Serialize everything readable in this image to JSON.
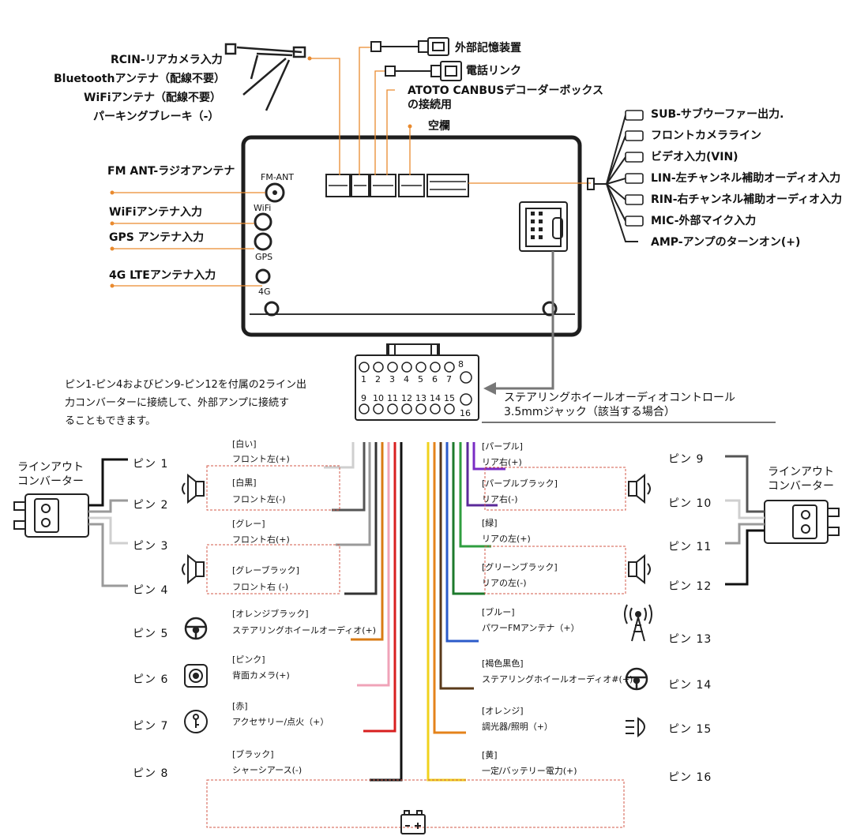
{
  "top_labels": {
    "rcin": "RCIN-リアカメラ入力",
    "bluetooth": "Bluetoothアンテナ（配線不要）",
    "wifi_ant": "WiFiアンテナ（配線不要）",
    "parking": "パーキングブレーキ（-）",
    "external_storage": "外部記憶装置",
    "phone_link": "電話リンク",
    "canbus": "ATOTO CANBUSデコーダーボックス",
    "canbus_2": "の接続用",
    "blank": "空欄"
  },
  "right_labels": [
    "SUB-サブウーファー出力.",
    "フロントカメラライン",
    "ビデオ入力(VIN)",
    "LIN-左チャンネル補助オーディオ入力",
    "RIN-右チャンネル補助オーディオ入力",
    "MIC-外部マイク入力",
    "AMP-アンプのターンオン(+)"
  ],
  "left_labels": {
    "fm_ant": "FM ANT-ラジオアンテナ",
    "wifi_in": "WiFiアンテナ入力",
    "gps_in": "GPS アンテナ入力",
    "lte_in": "4G LTEアンテナ入力"
  },
  "unit_labels": {
    "fm": "FM-ANT",
    "wifi": "WiFi",
    "gps": "GPS",
    "lte": "4G"
  },
  "connector": {
    "top_row": [
      "1",
      "2",
      "3",
      "4",
      "5",
      "6",
      "7"
    ],
    "top_right": "8",
    "bottom_row": [
      "9",
      "10",
      "11",
      "12",
      "13",
      "14",
      "15"
    ],
    "bottom_right": "16"
  },
  "note": {
    "line1": "ピン1-ピン4およびピン9-ピン12を付属の2ライン出",
    "line2": "力コンバーターに接続して、外部アンプに接続す",
    "line3": "ることもできます。"
  },
  "steering_note": {
    "line1": "ステアリングホイールオーディオコントロール",
    "line2": "3.5mmジャック（該当する場合）"
  },
  "converter_label": {
    "line1": "ラインアウト",
    "line2": "コンバーター"
  },
  "left_pins": [
    {
      "pin": "ピン 1",
      "color": "[白い]",
      "func": "フロント左(+)"
    },
    {
      "pin": "ピン 2",
      "color": "[白黒]",
      "func": "フロント左(-)"
    },
    {
      "pin": "ピン 3",
      "color": "[グレー]",
      "func": "フロント右(+)"
    },
    {
      "pin": "ピン 4",
      "color": "[グレーブラック]",
      "func": "フロント右 (-)"
    },
    {
      "pin": "ピン 5",
      "color": "[オレンジブラック]",
      "func": "ステアリングホイールオーディオ(+)"
    },
    {
      "pin": "ピン 6",
      "color": "[ピンク]",
      "func": "背面カメラ(+)"
    },
    {
      "pin": "ピン 7",
      "color": "[赤]",
      "func": "アクセサリー/点火（+）"
    },
    {
      "pin": "ピン 8",
      "color": "[ブラック]",
      "func": "シャーシアース(-)"
    }
  ],
  "right_pins": [
    {
      "pin": "ピン 9",
      "color": "[パープル]",
      "func": "リア右(+)"
    },
    {
      "pin": "ピン 10",
      "color": "[パープルブラック]",
      "func": "リア右(-)"
    },
    {
      "pin": "ピン 11",
      "color": "[緑]",
      "func": "リアの左(+)"
    },
    {
      "pin": "ピン 12",
      "color": "[グリーンブラック]",
      "func": "リアの左(-)"
    },
    {
      "pin": "ピン 13",
      "color": "[ブルー]",
      "func": "パワーFMアンテナ（+）"
    },
    {
      "pin": "ピン 14",
      "color": "[褐色黒色]",
      "func": "ステアリングホイールオーディオ#(+)"
    },
    {
      "pin": "ピン 15",
      "color": "[オレンジ]",
      "func": "調光器/照明（+）"
    },
    {
      "pin": "ピン 16",
      "color": "[黄]",
      "func": "一定/バッテリー電力(+)"
    }
  ],
  "colors": {
    "accent_orange": "#e98a2e",
    "speaker_dash": "#d35a4a",
    "unit_outline": "#1e1e1e",
    "arrow_gray": "#777777"
  }
}
